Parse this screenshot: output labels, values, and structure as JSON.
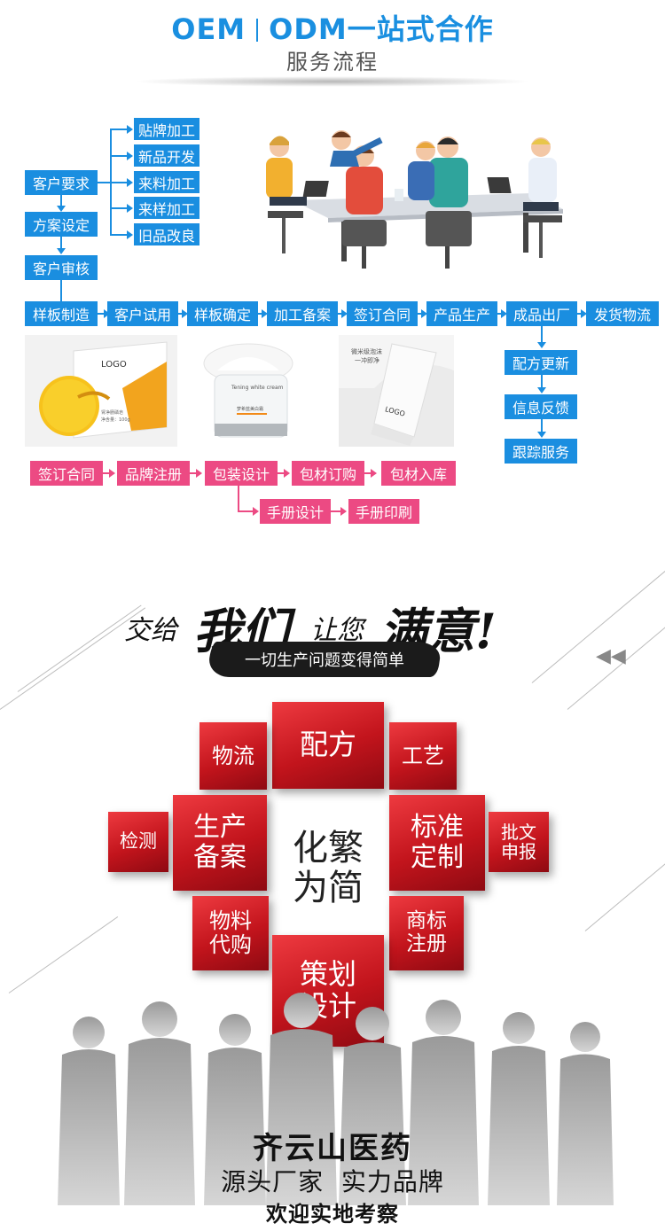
{
  "header": {
    "oem": "OEM",
    "odm": "ODM一站式合作",
    "subtitle": "服务流程"
  },
  "flow": {
    "left_steps": [
      "客户要求",
      "方案设定",
      "客户审核"
    ],
    "options": [
      "贴牌加工",
      "新品开发",
      "来料加工",
      "来样加工",
      "旧品改良"
    ],
    "main_steps": [
      "样板制造",
      "客户试用",
      "样板确定",
      "加工备案",
      "签订合同",
      "产品生产",
      "成品出厂",
      "发货物流"
    ],
    "after_steps": [
      "配方更新",
      "信息反馈",
      "跟踪服务"
    ],
    "pink_steps": [
      "签订合同",
      "品牌注册",
      "包装设计",
      "包材订购",
      "包材入库"
    ],
    "pink_sub_steps": [
      "手册设计",
      "手册印刷"
    ],
    "colors": {
      "blue": "#1a8ee0",
      "pink": "#ec4a83"
    }
  },
  "products": {
    "soap_logo": "LOGO",
    "soap_text": "肾净肠磷皂",
    "soap_weight": "净含量：100g",
    "cream_label": "Tening white cream",
    "cream_cn": "梦希蓝美白霜",
    "tube_title": "微米级泡沫",
    "tube_sub": "一冲即净",
    "tube_logo": "LOGO"
  },
  "slogan": {
    "part1": "交给",
    "part2": "我们",
    "part3": "让您",
    "part4": "满意!",
    "tagline": "一切生产问题变得简单"
  },
  "blocks": {
    "center": "化繁为简",
    "peifang": "配方",
    "wuliu": "物流",
    "gongyi": "工艺",
    "jiance": "检测",
    "shengchan": "生产备案",
    "biaozhun": "标准定制",
    "piwen": "批文申报",
    "wuliao": "物料代购",
    "shangbiao": "商标注册",
    "cehua": "策划设计",
    "accent_color": "#d8151f"
  },
  "footer": {
    "company": "齐云山医药",
    "tagline": "源头厂家  实力品牌",
    "invite": "欢迎实地考察"
  }
}
